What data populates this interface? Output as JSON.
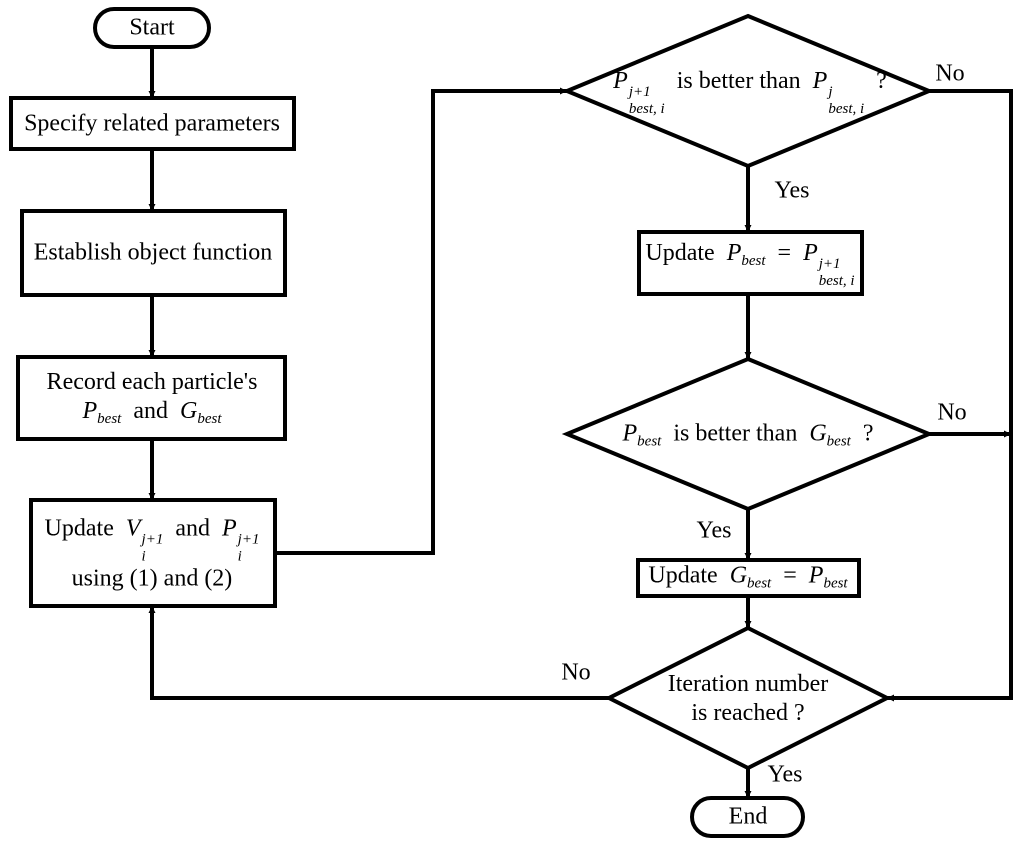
{
  "nodes": {
    "start": {
      "text": "Start"
    },
    "specify": {
      "text": "Specify related parameters"
    },
    "establish": {
      "text": "Establish object function"
    },
    "record": {
      "line1": "Record each particle's",
      "p": "P",
      "p_sub": "best",
      "and": "and",
      "g": "G",
      "g_sub": "best"
    },
    "update_vp": {
      "update": "Update",
      "v": "V",
      "v_sup": "j+1",
      "v_sub": "i",
      "and": "and",
      "p": "P",
      "p_sup": "j+1",
      "p_sub": "i",
      "line2": "using (1) and (2)"
    },
    "decision1": {
      "p1": "P",
      "p1_sup": "j+1",
      "p1_sub": "best, i",
      "text": "is better than",
      "p2": "P",
      "p2_sup": "j",
      "p2_sub": "best, i",
      "q": "?"
    },
    "update_pbest": {
      "update": "Update",
      "p": "P",
      "p_sub": "best",
      "eq": "=",
      "rhs": "P",
      "rhs_sup": "j+1",
      "rhs_sub": "best, i"
    },
    "decision2": {
      "p": "P",
      "p_sub": "best",
      "text": "is better than",
      "g": "G",
      "g_sub": "best",
      "q": "?"
    },
    "update_gbest": {
      "update": "Update",
      "g": "G",
      "g_sub": "best",
      "eq": "=",
      "p": "P",
      "p_sub": "best"
    },
    "decision3": {
      "line1": "Iteration number",
      "line2": "is reached ?"
    },
    "end": {
      "text": "End"
    }
  },
  "edge_labels": {
    "d1_no": "No",
    "d1_yes": "Yes",
    "d2_no": "No",
    "d2_yes": "Yes",
    "d3_no": "No",
    "d3_yes": "Yes"
  }
}
